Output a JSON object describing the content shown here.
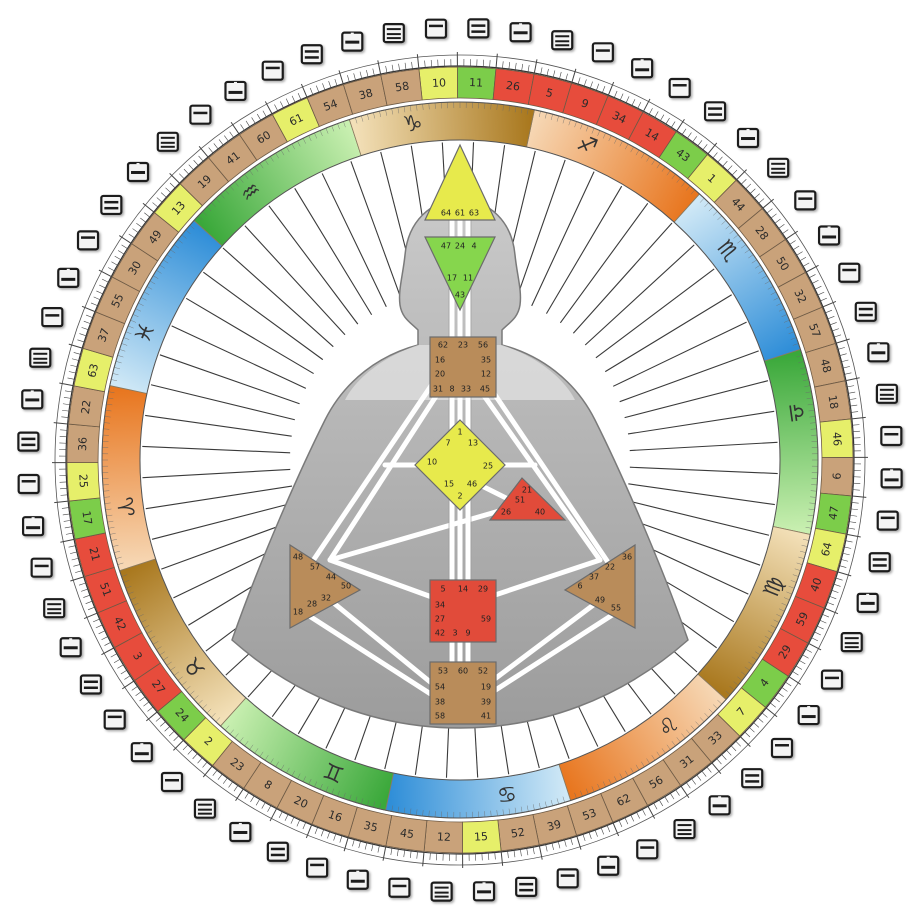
{
  "colors": {
    "red": "#e74c3c",
    "tan": "#c9a27a",
    "yellow": "#e6ef6a",
    "green": "#7ccd4a",
    "body_gray": "#b7b7b7",
    "body_light": "#dedede",
    "center_yellow": "#e7ea4c",
    "center_green": "#86d64d",
    "center_brown": "#b98c5a",
    "center_red": "#e14b3a"
  },
  "gates": [
    {
      "num": "10",
      "color": "yellow"
    },
    {
      "num": "11",
      "color": "green"
    },
    {
      "num": "26",
      "color": "red"
    },
    {
      "num": "5",
      "color": "red"
    },
    {
      "num": "9",
      "color": "red"
    },
    {
      "num": "34",
      "color": "red"
    },
    {
      "num": "14",
      "color": "red"
    },
    {
      "num": "43",
      "color": "green"
    },
    {
      "num": "1",
      "color": "yellow"
    },
    {
      "num": "44",
      "color": "tan"
    },
    {
      "num": "28",
      "color": "tan"
    },
    {
      "num": "50",
      "color": "tan"
    },
    {
      "num": "32",
      "color": "tan"
    },
    {
      "num": "57",
      "color": "tan"
    },
    {
      "num": "48",
      "color": "tan"
    },
    {
      "num": "18",
      "color": "tan"
    },
    {
      "num": "46",
      "color": "yellow"
    },
    {
      "num": "6",
      "color": "tan"
    },
    {
      "num": "47",
      "color": "green"
    },
    {
      "num": "64",
      "color": "yellow"
    },
    {
      "num": "40",
      "color": "red"
    },
    {
      "num": "59",
      "color": "red"
    },
    {
      "num": "29",
      "color": "red"
    },
    {
      "num": "4",
      "color": "green"
    },
    {
      "num": "7",
      "color": "yellow"
    },
    {
      "num": "33",
      "color": "tan"
    },
    {
      "num": "31",
      "color": "tan"
    },
    {
      "num": "56",
      "color": "tan"
    },
    {
      "num": "62",
      "color": "tan"
    },
    {
      "num": "53",
      "color": "tan"
    },
    {
      "num": "39",
      "color": "tan"
    },
    {
      "num": "52",
      "color": "tan"
    },
    {
      "num": "15",
      "color": "yellow"
    },
    {
      "num": "12",
      "color": "tan"
    },
    {
      "num": "45",
      "color": "tan"
    },
    {
      "num": "35",
      "color": "tan"
    },
    {
      "num": "16",
      "color": "tan"
    },
    {
      "num": "20",
      "color": "tan"
    },
    {
      "num": "8",
      "color": "tan"
    },
    {
      "num": "23",
      "color": "tan"
    },
    {
      "num": "2",
      "color": "yellow"
    },
    {
      "num": "24",
      "color": "green"
    },
    {
      "num": "27",
      "color": "red"
    },
    {
      "num": "3",
      "color": "red"
    },
    {
      "num": "42",
      "color": "red"
    },
    {
      "num": "51",
      "color": "red"
    },
    {
      "num": "21",
      "color": "red"
    },
    {
      "num": "17",
      "color": "green"
    },
    {
      "num": "25",
      "color": "yellow"
    },
    {
      "num": "36",
      "color": "tan"
    },
    {
      "num": "22",
      "color": "tan"
    },
    {
      "num": "63",
      "color": "yellow"
    },
    {
      "num": "37",
      "color": "tan"
    },
    {
      "num": "55",
      "color": "tan"
    },
    {
      "num": "30",
      "color": "tan"
    },
    {
      "num": "49",
      "color": "tan"
    },
    {
      "num": "13",
      "color": "yellow"
    },
    {
      "num": "19",
      "color": "tan"
    },
    {
      "num": "41",
      "color": "tan"
    },
    {
      "num": "60",
      "color": "tan"
    },
    {
      "num": "61",
      "color": "yellow"
    },
    {
      "num": "54",
      "color": "tan"
    },
    {
      "num": "38",
      "color": "tan"
    },
    {
      "num": "58",
      "color": "tan"
    }
  ],
  "signs": [
    {
      "glyph": "♐",
      "name": "sagittarius",
      "c1": "#f6d7b4",
      "c2": "#e8761f"
    },
    {
      "glyph": "♏",
      "name": "scorpio",
      "c1": "#cfe8f6",
      "c2": "#2f8ed8"
    },
    {
      "glyph": "♎",
      "name": "libra",
      "c1": "#3aa83a",
      "c2": "#c8efb0"
    },
    {
      "glyph": "♍",
      "name": "virgo",
      "c1": "#f3e0b8",
      "c2": "#a9781e"
    },
    {
      "glyph": "♌",
      "name": "leo",
      "c1": "#f6d7b4",
      "c2": "#e8761f"
    },
    {
      "glyph": "♋",
      "name": "cancer",
      "c1": "#cfe8f6",
      "c2": "#2f8ed8"
    },
    {
      "glyph": "♊",
      "name": "gemini",
      "c1": "#3aa83a",
      "c2": "#c8efb0"
    },
    {
      "glyph": "♉",
      "name": "taurus",
      "c1": "#f3e0b8",
      "c2": "#a9781e"
    },
    {
      "glyph": "♈",
      "name": "aries",
      "c1": "#f6d7b4",
      "c2": "#e8761f"
    },
    {
      "glyph": "♓",
      "name": "pisces",
      "c1": "#cfe8f6",
      "c2": "#2f8ed8"
    },
    {
      "glyph": "♒",
      "name": "aquarius",
      "c1": "#3aa83a",
      "c2": "#c8efb0"
    },
    {
      "glyph": "♑",
      "name": "capricorn",
      "c1": "#f3e0b8",
      "c2": "#a9781e"
    }
  ],
  "centers": {
    "head": [
      "64",
      "61",
      "63"
    ],
    "ajna_top": [
      "47",
      "24",
      "4"
    ],
    "ajna_bottom": [
      "17",
      "11"
    ],
    "ajna_point": "43",
    "throat": [
      "62",
      "23",
      "56",
      "16",
      "35",
      "20",
      "12",
      "31",
      "8",
      "33",
      "45"
    ],
    "g": [
      "1",
      "7",
      "13",
      "10",
      "25",
      "15",
      "46",
      "2"
    ],
    "ego": [
      "21",
      "51",
      "26",
      "40"
    ],
    "sacral": [
      "5",
      "14",
      "29",
      "34",
      "27",
      "59",
      "42",
      "3",
      "9"
    ],
    "spleen": [
      "48",
      "57",
      "44",
      "50",
      "32",
      "18",
      "28"
    ],
    "solar": [
      "36",
      "22",
      "37",
      "6",
      "49",
      "55"
    ],
    "root": [
      "53",
      "60",
      "52",
      "54",
      "19",
      "38",
      "39",
      "58",
      "41"
    ]
  }
}
